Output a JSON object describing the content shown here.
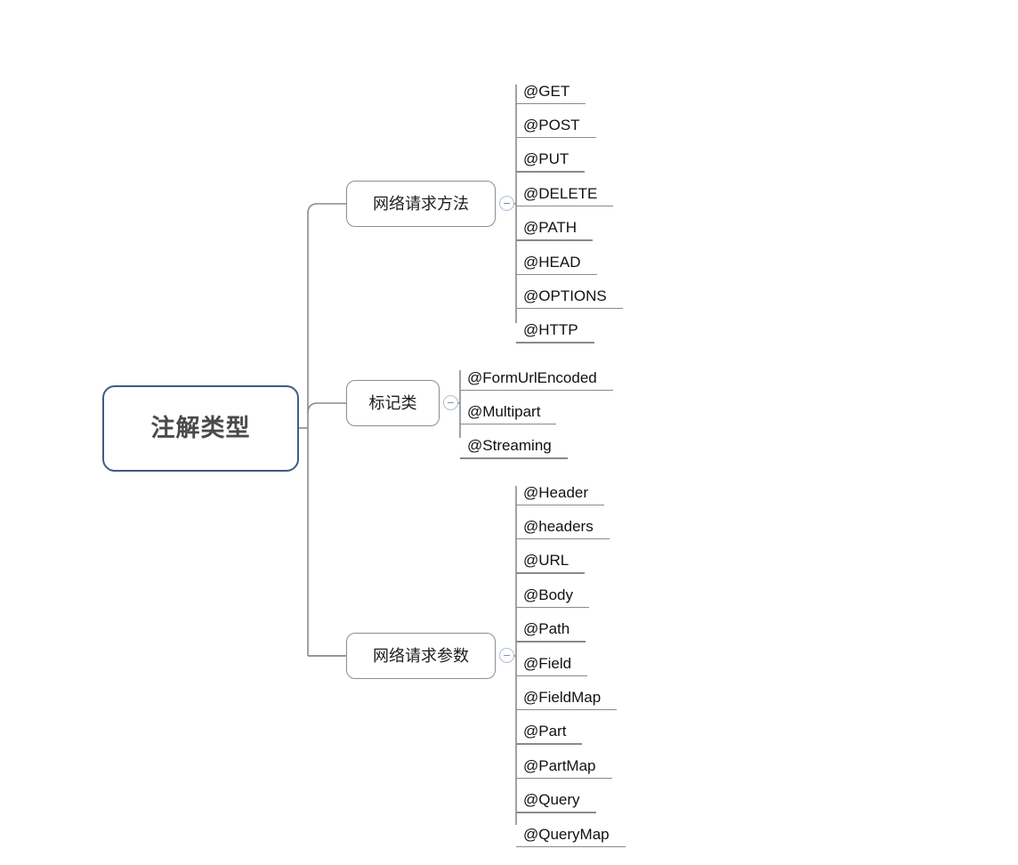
{
  "diagram": {
    "type": "mindmap",
    "title": "注解类型",
    "root": {
      "label": "注解类型",
      "border_color": "#3f5b87",
      "text_color": "#4a4a4a"
    },
    "branch_border_color": "#8d8d8d",
    "link_color": "#8a8a8a",
    "toggle_color": "#aebdd6",
    "toggle_icon": "minus-circle-icon",
    "branches": [
      {
        "label": "网络请求方法",
        "collapse_label": "⊖",
        "children": [
          {
            "label": "@GET"
          },
          {
            "label": "@POST"
          },
          {
            "label": "@PUT"
          },
          {
            "label": "@DELETE"
          },
          {
            "label": "@PATH"
          },
          {
            "label": "@HEAD"
          },
          {
            "label": "@OPTIONS"
          },
          {
            "label": "@HTTP"
          }
        ]
      },
      {
        "label": "标记类",
        "collapse_label": "⊖",
        "children": [
          {
            "label": "@FormUrlEncoded"
          },
          {
            "label": "@Multipart"
          },
          {
            "label": "@Streaming"
          }
        ]
      },
      {
        "label": "网络请求参数",
        "collapse_label": "⊖",
        "children": [
          {
            "label": "@Header"
          },
          {
            "label": "@headers"
          },
          {
            "label": "@URL"
          },
          {
            "label": "@Body"
          },
          {
            "label": "@Path"
          },
          {
            "label": "@Field"
          },
          {
            "label": "@FieldMap"
          },
          {
            "label": "@Part"
          },
          {
            "label": "@PartMap"
          },
          {
            "label": "@Query"
          },
          {
            "label": "@QueryMap"
          }
        ]
      }
    ]
  }
}
